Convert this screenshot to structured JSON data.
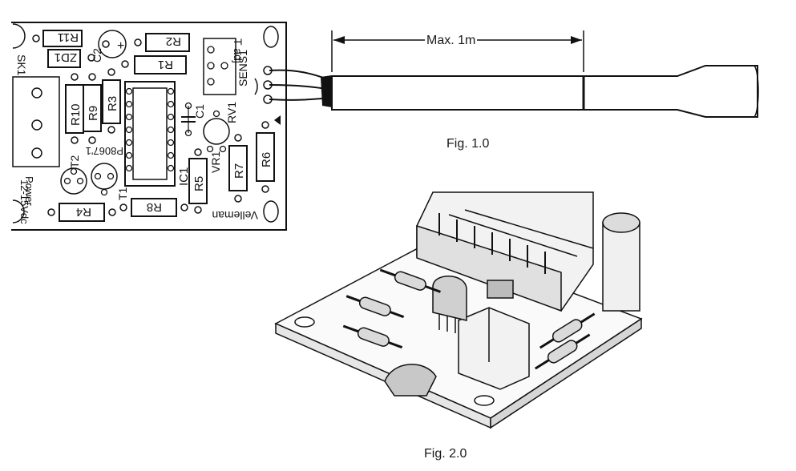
{
  "pcb": {
    "labels": {
      "r11": "R11",
      "zd1": "ZD1",
      "c2": "C2",
      "sk1": "SK1",
      "r2": "R2",
      "r1": "R1",
      "sens1": "SENS1",
      "tadj": "T adj",
      "r10": "R10",
      "r9": "R9",
      "r3": "R3",
      "c1": "C1",
      "rv1": "RV1",
      "code": "P8067'1",
      "t2": "T2",
      "t1": "T1",
      "ic1": "IC1",
      "vr1": "VR1",
      "r7": "R7",
      "r6": "R6",
      "r5": "R5",
      "power": "Power",
      "voltage": "12-15Vdc",
      "r4": "R4",
      "r8": "R8",
      "brand": "Velleman",
      "plus": "+"
    }
  },
  "cable": {
    "max_label": "Max. 1m"
  },
  "captions": {
    "fig1": "Fig. 1.0",
    "fig2": "Fig. 2.0"
  }
}
